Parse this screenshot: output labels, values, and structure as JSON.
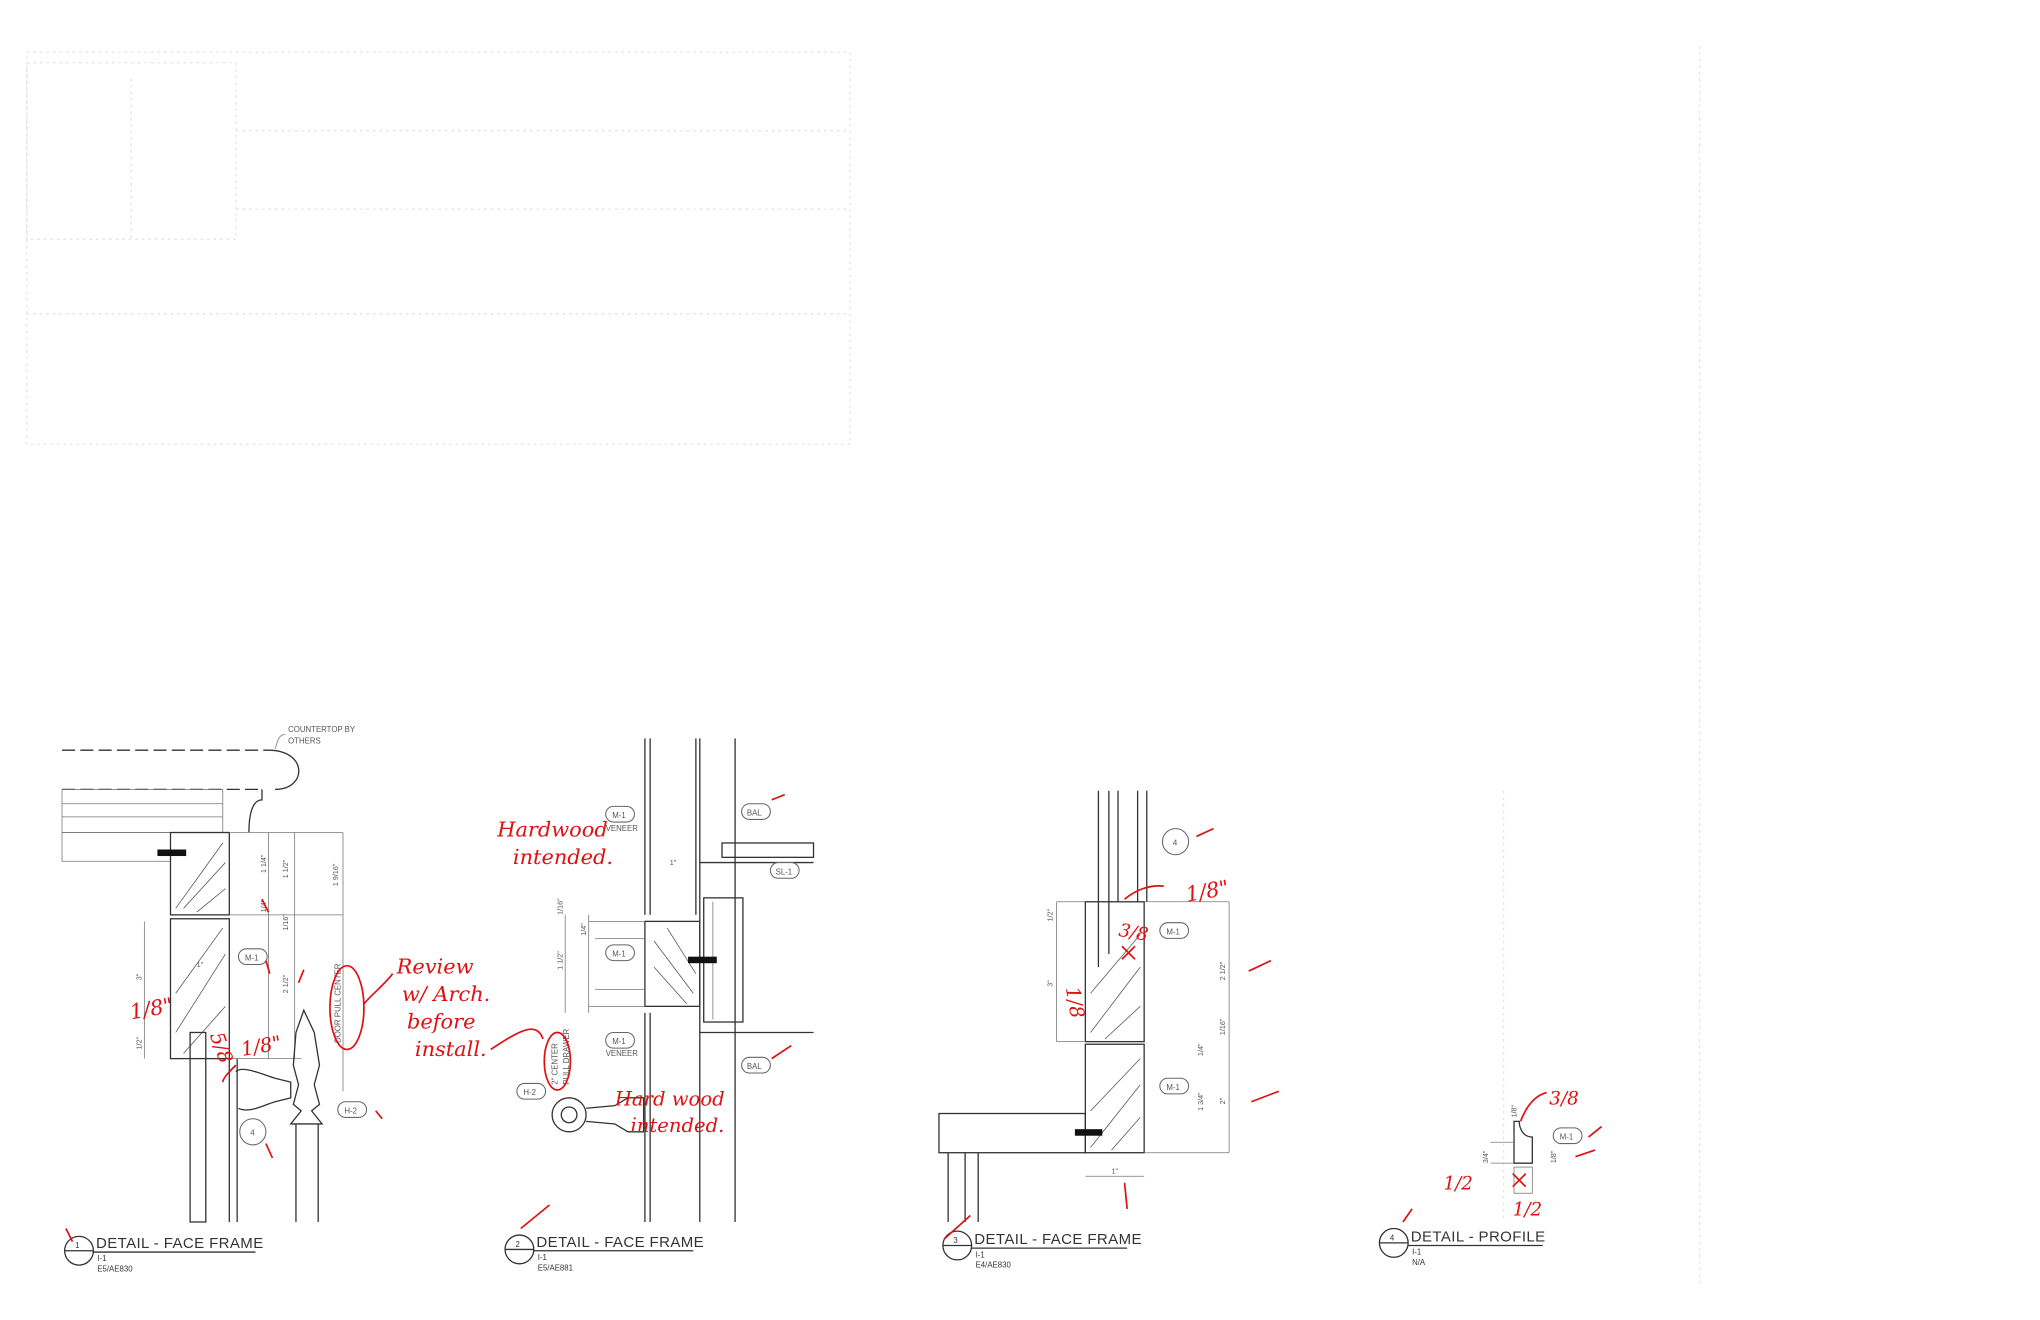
{
  "details": [
    {
      "number": "1",
      "title": "DETAIL - FACE FRAME",
      "sheet": "I-1",
      "ref": "E5/AE830"
    },
    {
      "number": "2",
      "title": "DETAIL - FACE FRAME",
      "sheet": "I-1",
      "ref": "E5/AE881"
    },
    {
      "number": "3",
      "title": "DETAIL - FACE FRAME",
      "sheet": "I-1",
      "ref": "E4/AE830"
    },
    {
      "number": "4",
      "title": "DETAIL - PROFILE",
      "sheet": "I-1",
      "ref": "N/A"
    }
  ],
  "detail1": {
    "countertop_note_1": "COUNTERTOP BY",
    "countertop_note_2": "OTHERS",
    "tag_m1": "M-1",
    "tag_h2": "H-2",
    "tag_4": "4",
    "dim_a": "1 1/4\"",
    "dim_b": "1 1/2\"",
    "dim_c": "1 9/16\"",
    "dim_d": "1/4\"",
    "dim_e": "1/16\"",
    "dim_f": "2 1/2\"",
    "dim_g": "3\"",
    "dim_h": "1/2\"",
    "dim_i": "1\"",
    "pull_note": "DOOR PULL CENTER"
  },
  "detail2": {
    "tag_m1_top": "M-1",
    "veneer_top": "VENEER",
    "tag_bal_top": "BAL",
    "tag_sl1": "SL-1",
    "tag_m1_mid": "M-1",
    "tag_m1_bot": "M-1",
    "veneer_bot": "VENEER",
    "tag_bal_bot": "BAL",
    "tag_h2": "H-2",
    "dim_a": "1/16\"",
    "dim_b": "1 1/2\"",
    "dim_c": "1/4\"",
    "dim_d": "1\"",
    "pull_note_1": "2\" CENTER",
    "pull_note_2": "PULL DRAWER"
  },
  "detail3": {
    "tag_4": "4",
    "tag_m1_top": "M-1",
    "tag_m1_bot": "M-1",
    "dim_a": "1/2\"",
    "dim_b": "3\"",
    "dim_c": "2 1/2\"",
    "dim_d": "1/16\"",
    "dim_e": "1/4\"",
    "dim_f": "1 3/4\"",
    "dim_g": "2\"",
    "dim_h": "1\""
  },
  "detail4": {
    "tag_m1": "M-1",
    "dim_a": "1/8\"",
    "dim_b": "3/4\"",
    "dim_c": "1/8\""
  },
  "markups": {
    "d1_eighth_left": "1/8\"",
    "d1_five_eighths": "5/8",
    "d1_eighth_right": "1/8\"",
    "review_1": "Review",
    "review_2": "w/ Arch.",
    "review_3": "before",
    "review_4": "install.",
    "hardwood_top_1": "Hardwood",
    "hardwood_top_2": "intended.",
    "hardwood_bot_1": "Hard wood",
    "hardwood_bot_2": "intended.",
    "d3_eighth_top": "1/8\"",
    "d3_three_eighths": "3/8",
    "d3_eighth_left": "1/8",
    "d4_three_eighths": "3/8",
    "d4_half_left": "1/2",
    "d4_half_bottom": "1/2"
  },
  "colors": {
    "markup": "#e01010",
    "linework": "#333333"
  }
}
